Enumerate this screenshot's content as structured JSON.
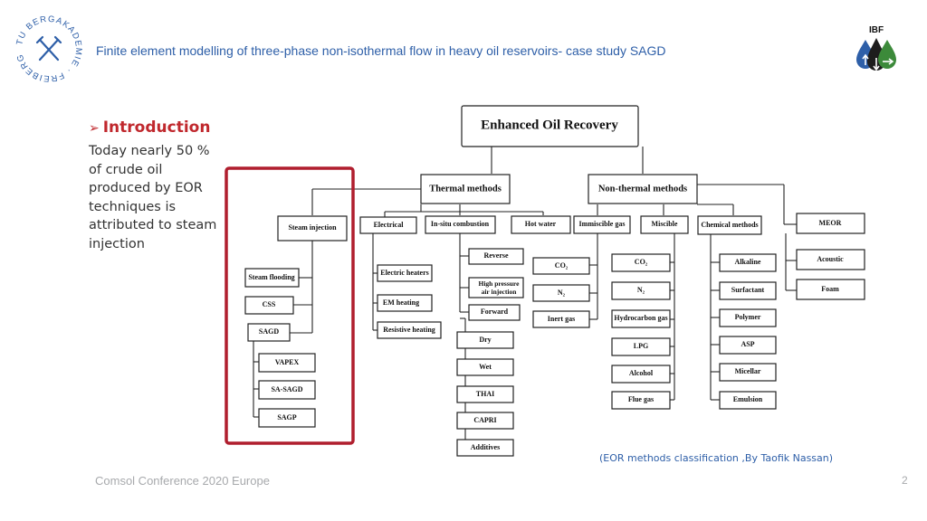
{
  "header": {
    "title": "Finite element modelling of three-phase non-isothermal flow in heavy oil reservoirs- case study SAGD",
    "logo_left_text": "TU BERGAKADEMIE FREIBERG",
    "logo_right_text": "IBF"
  },
  "intro": {
    "heading": "Introduction",
    "body": "Today nearly 50 % of crude oil produced by EOR techniques is attributed to steam injection"
  },
  "diagram": {
    "root": "Enhanced Oil Recovery",
    "thermal": "Thermal methods",
    "non_thermal": "Non-thermal methods",
    "steam_injection": "Steam injection",
    "steam_children": [
      "Steam flooding",
      "CSS",
      "SAGD"
    ],
    "sagd_children": [
      "VAPEX",
      "SA-SAGD",
      "SAGP"
    ],
    "electrical": "Electrical",
    "electrical_children": [
      "Electric heaters",
      "EM heating",
      "Resistive heating"
    ],
    "insitu": "In-situ combustion",
    "insitu_children": [
      "Reverse",
      "High pressure air injection",
      "Forward",
      "Dry",
      "Wet",
      "THAI",
      "CAPRI",
      "Additives"
    ],
    "hot_water": "Hot water",
    "immiscible": "Immiscible gas",
    "immiscible_children": [
      "CO₂",
      "N₂",
      "Inert gas"
    ],
    "miscible": "Miscible",
    "miscible_children": [
      "CO₂",
      "N₂",
      "Hydrocarbon gas",
      "LPG",
      "Alcohol",
      "Flue gas"
    ],
    "chemical": "Chemical methods",
    "chemical_children": [
      "Alkaline",
      "Surfactant",
      "Polymer",
      "ASP",
      "Micellar",
      "Emulsion"
    ],
    "meor": "MEOR",
    "meor_children": [
      "Acoustic",
      "Foam"
    ]
  },
  "caption": "(EOR methods classification ,By Taofik Nassan)",
  "footer": {
    "conference": "Comsol Conference 2020 Europe",
    "page": "2"
  },
  "colors": {
    "title_blue": "#2e5fa8",
    "heading_red": "#c0282d",
    "highlight_red": "#b01e2e",
    "footer_gray": "#a7a9ac"
  }
}
